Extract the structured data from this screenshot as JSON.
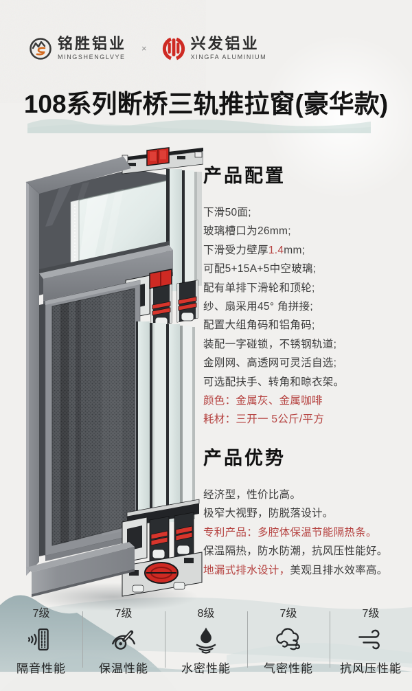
{
  "colors": {
    "accent_red": "#b5413f",
    "thermal_break_red": "#ce2a23",
    "title_black": "#131313",
    "brand_red": "#ce2a23"
  },
  "header": {
    "brand_left": {
      "name": "铭胜铝业",
      "sub": "MINGSHENGLVYE"
    },
    "separator": "×",
    "brand_right": {
      "name": "兴发铝业",
      "sub": "XINGFA ALUMINIUM"
    }
  },
  "title": "108系列断桥三轨推拉窗(豪华款)",
  "product_config": {
    "heading": "产品配置",
    "items": [
      [
        {
          "t": "下滑50面;"
        }
      ],
      [
        {
          "t": "玻璃槽口为26mm;"
        }
      ],
      [
        {
          "t": "下滑受力壁厚"
        },
        {
          "t": "1.4",
          "red": true
        },
        {
          "t": "mm;"
        }
      ],
      [
        {
          "t": "可配5+15A+5中空玻璃;"
        }
      ],
      [
        {
          "t": "配有单排下滑轮和顶轮;"
        }
      ],
      [
        {
          "t": "纱、扇采用45° 角拼接;"
        }
      ],
      [
        {
          "t": "配置大组角码和铝角码;"
        }
      ],
      [
        {
          "t": "装配一字碰锁，不锈钢轨道;"
        }
      ],
      [
        {
          "t": "金刚网、高透网可灵活自选;"
        }
      ],
      [
        {
          "t": "可选配扶手、转角和晾衣架。"
        }
      ],
      [
        {
          "t": "颜色：金属灰、金属咖啡",
          "red": true
        }
      ],
      [
        {
          "t": "耗材：三开一 5公斤/平方",
          "red": true
        }
      ]
    ]
  },
  "product_advantages": {
    "heading": "产品优势",
    "items": [
      [
        {
          "t": "经济型，性价比高。"
        }
      ],
      [
        {
          "t": "极窄大视野，防脱落设计。"
        }
      ],
      [
        {
          "t": "专利产品：多腔体保温节能隔热条。",
          "red": true
        }
      ],
      [
        {
          "t": "保温隔热，防水防潮，抗风压性能好。"
        }
      ],
      [
        {
          "t": "地漏式排水设计，",
          "red": true
        },
        {
          "t": "美观且排水效率高。"
        }
      ]
    ]
  },
  "badges": [
    {
      "level": "7级",
      "label": "隔音性能",
      "icon": "sound-insulation-icon"
    },
    {
      "level": "7级",
      "label": "保温性能",
      "icon": "thermal-insulation-icon"
    },
    {
      "level": "8级",
      "label": "水密性能",
      "icon": "water-tightness-icon"
    },
    {
      "level": "7级",
      "label": "气密性能",
      "icon": "air-tightness-icon"
    },
    {
      "level": "7级",
      "label": "抗风压性能",
      "icon": "wind-resistance-icon"
    }
  ],
  "figure": {
    "description": "108系列断桥三轨推拉窗型材剖面渲染图"
  }
}
